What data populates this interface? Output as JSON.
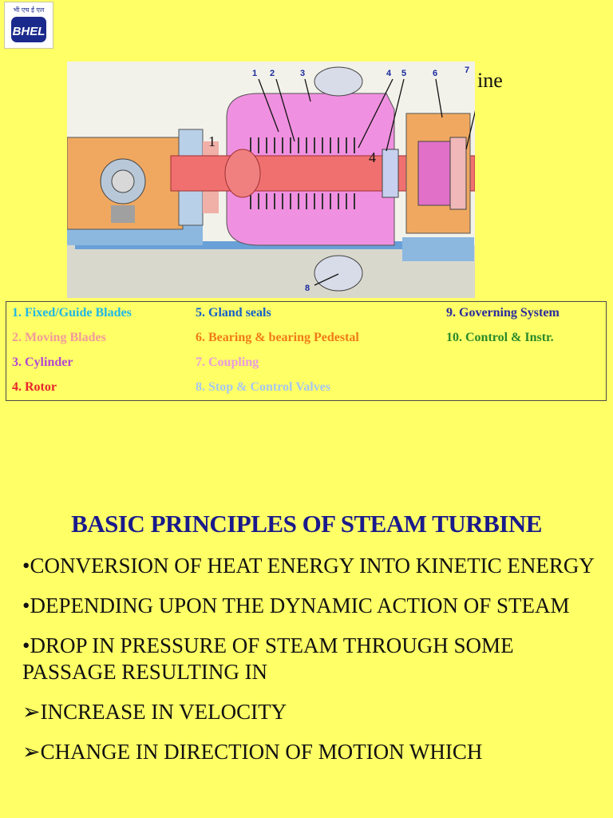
{
  "logo": {
    "top_text": "भी एच ई एल",
    "mark_text": "BHEL"
  },
  "title_fragment": "ine",
  "diagram": {
    "callouts": [
      "1",
      "2",
      "3",
      "4",
      "5",
      "6",
      "7",
      "8"
    ],
    "inline_marks": [
      "1",
      "4"
    ]
  },
  "legend": {
    "items": [
      {
        "text": "1. Fixed/Guide Blades",
        "color": "#1fb7e6"
      },
      {
        "text": "2. Moving Blades",
        "color": "#f29a9a"
      },
      {
        "text": "3. Cylinder",
        "color": "#b347d1"
      },
      {
        "text": "4. Rotor",
        "color": "#e8242c"
      },
      {
        "text": "5. Gland seals",
        "color": "#1560c8"
      },
      {
        "text": "6. Bearing & bearing Pedestal",
        "color": "#f07a17"
      },
      {
        "text": "7. Coupling",
        "color": "#e79be0"
      },
      {
        "text": "8. Stop & Control Valves",
        "color": "#a7c7f0"
      },
      {
        "text": "9. Governing System",
        "color": "#2b2b9c"
      },
      {
        "text": "10. Control & Instr.",
        "color": "#2a8a2a"
      }
    ]
  },
  "heading": "BASIC PRINCIPLES OF STEAM TURBINE",
  "bullets": [
    "•CONVERSION OF HEAT ENERGY INTO KINETIC ENERGY",
    "•DEPENDING UPON THE DYNAMIC ACTION OF STEAM",
    "•DROP IN PRESSURE OF STEAM THROUGH SOME PASSAGE RESULTING IN",
    "➢INCREASE IN VELOCITY",
    "➢CHANGE IN DIRECTION OF MOTION  WHICH"
  ]
}
